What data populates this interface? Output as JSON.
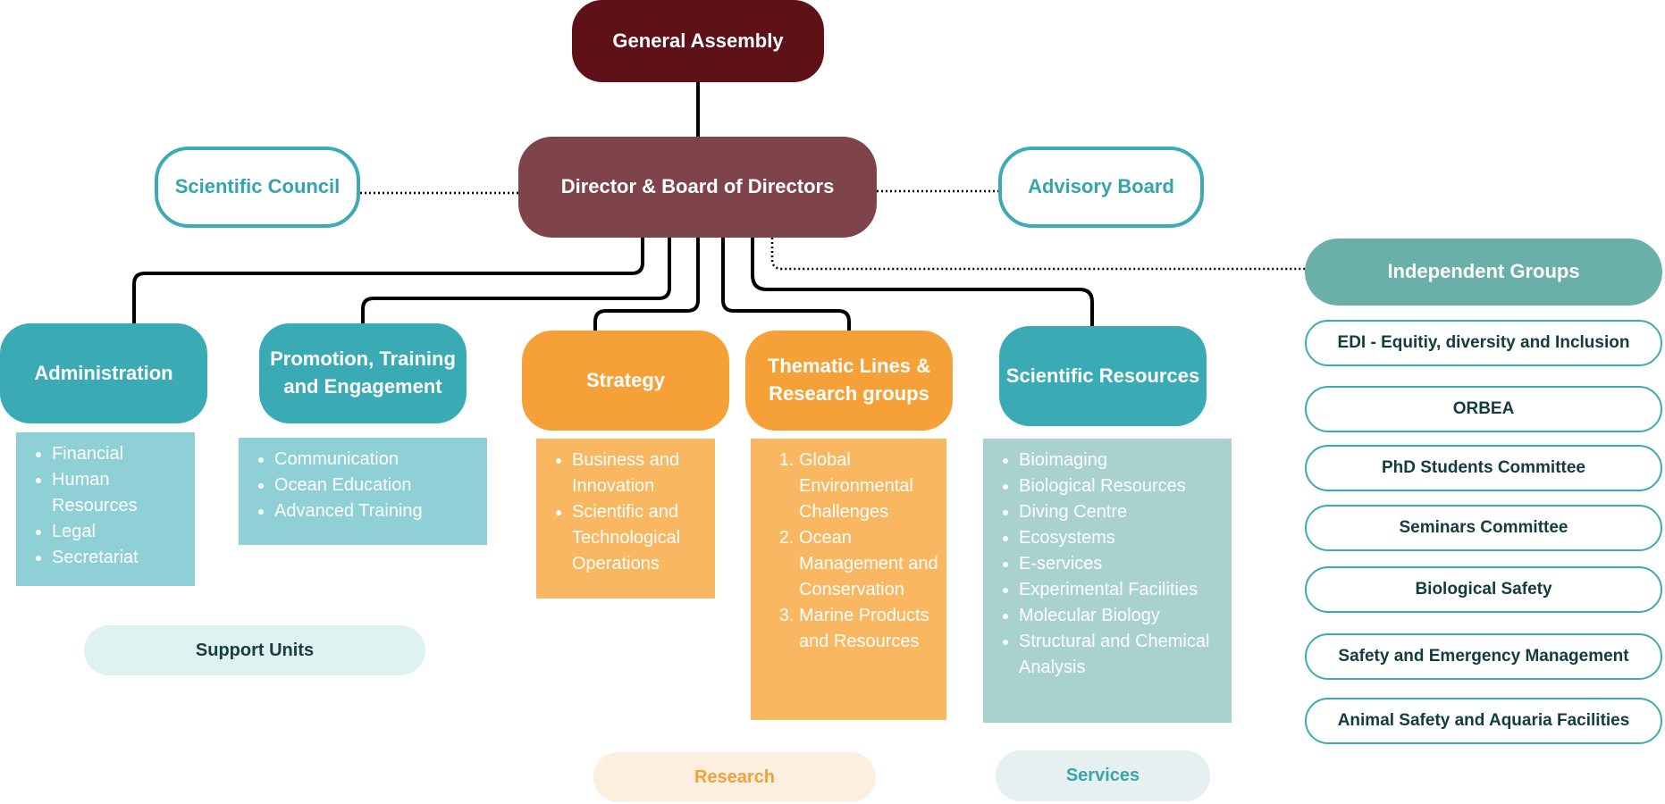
{
  "top": {
    "general_assembly": "General Assembly"
  },
  "center": {
    "director": "Director & Board of Directors",
    "scientific_council": "Scientific Council",
    "advisory_board": "Advisory Board"
  },
  "units": {
    "administration": {
      "title": "Administration",
      "items": [
        "Financial",
        "Human Resources",
        "Legal",
        "Secretariat"
      ]
    },
    "promotion": {
      "title": "Promotion, Training and Engagement",
      "items": [
        "Communication",
        "Ocean Education",
        "Advanced Training"
      ]
    },
    "strategy": {
      "title": "Strategy",
      "items": [
        "Business and Innovation",
        "Scientific and Technological Operations"
      ]
    },
    "thematic": {
      "title": "Thematic Lines & Research groups",
      "items": [
        "Global Environmental Challenges",
        "Ocean Management and Conservation",
        "Marine Products and Resources"
      ]
    },
    "scientific_resources": {
      "title": "Scientific Resources",
      "items": [
        "Bioimaging",
        "Biological Resources",
        "Diving Centre",
        "Ecosystems",
        "E-services",
        "Experimental Facilities",
        "Molecular Biology",
        "Structural and Chemical Analysis"
      ]
    }
  },
  "independent": {
    "title": "Independent Groups",
    "items": [
      "EDI - Equitiy, diversity and Inclusion",
      "ORBEA",
      "PhD Students Committee",
      "Seminars Committee",
      "Biological Safety",
      "Safety and Emergency Management",
      "Animal Safety and Aquaria Facilities"
    ]
  },
  "category_labels": {
    "support": "Support Units",
    "research": "Research",
    "services": "Services"
  },
  "colors": {
    "general_assembly": "#5e1218",
    "director": "#7f434a",
    "teal": "#3aabb5",
    "orange": "#f6a138",
    "independent": "#6bafa9"
  }
}
